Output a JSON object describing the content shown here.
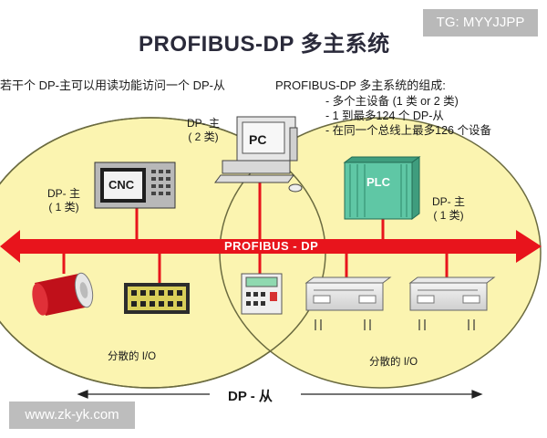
{
  "title": "PROFIBUS-DP 多主系统",
  "left_note": "若干个 DP-主可以用读功能访问一个 DP-从",
  "composition": {
    "heading": "PROFIBUS-DP 多主系统的组成:",
    "items": [
      "- 多个主设备 (1 类 or 2 类)",
      "- 1 到最多124 个 DP-从",
      "- 在同一个总线上最多126 个设备"
    ]
  },
  "devices": {
    "pc_label": "PC",
    "pc_caption": [
      "DP- 主",
      "( 2 类)"
    ],
    "cnc_label": "CNC",
    "cnc_caption": [
      "DP- 主",
      "( 1 类)"
    ],
    "plc_label": "PLC",
    "plc_caption": [
      "DP- 主",
      "( 1 类)"
    ]
  },
  "bus_label": "PROFIBUS - DP",
  "io_left": "分散的 I/O",
  "io_right": "分散的 I/O",
  "slave_label": "DP - 从",
  "watermarks": {
    "top_right": "TG: MYYJJPP",
    "bottom_left": "www.zk-yk.com"
  },
  "colors": {
    "bus_red": "#e8141c",
    "ellipse_fill": "#fbf4b0",
    "ellipse_stroke": "#6b6b40",
    "plc_green": "#5fc7a5"
  }
}
